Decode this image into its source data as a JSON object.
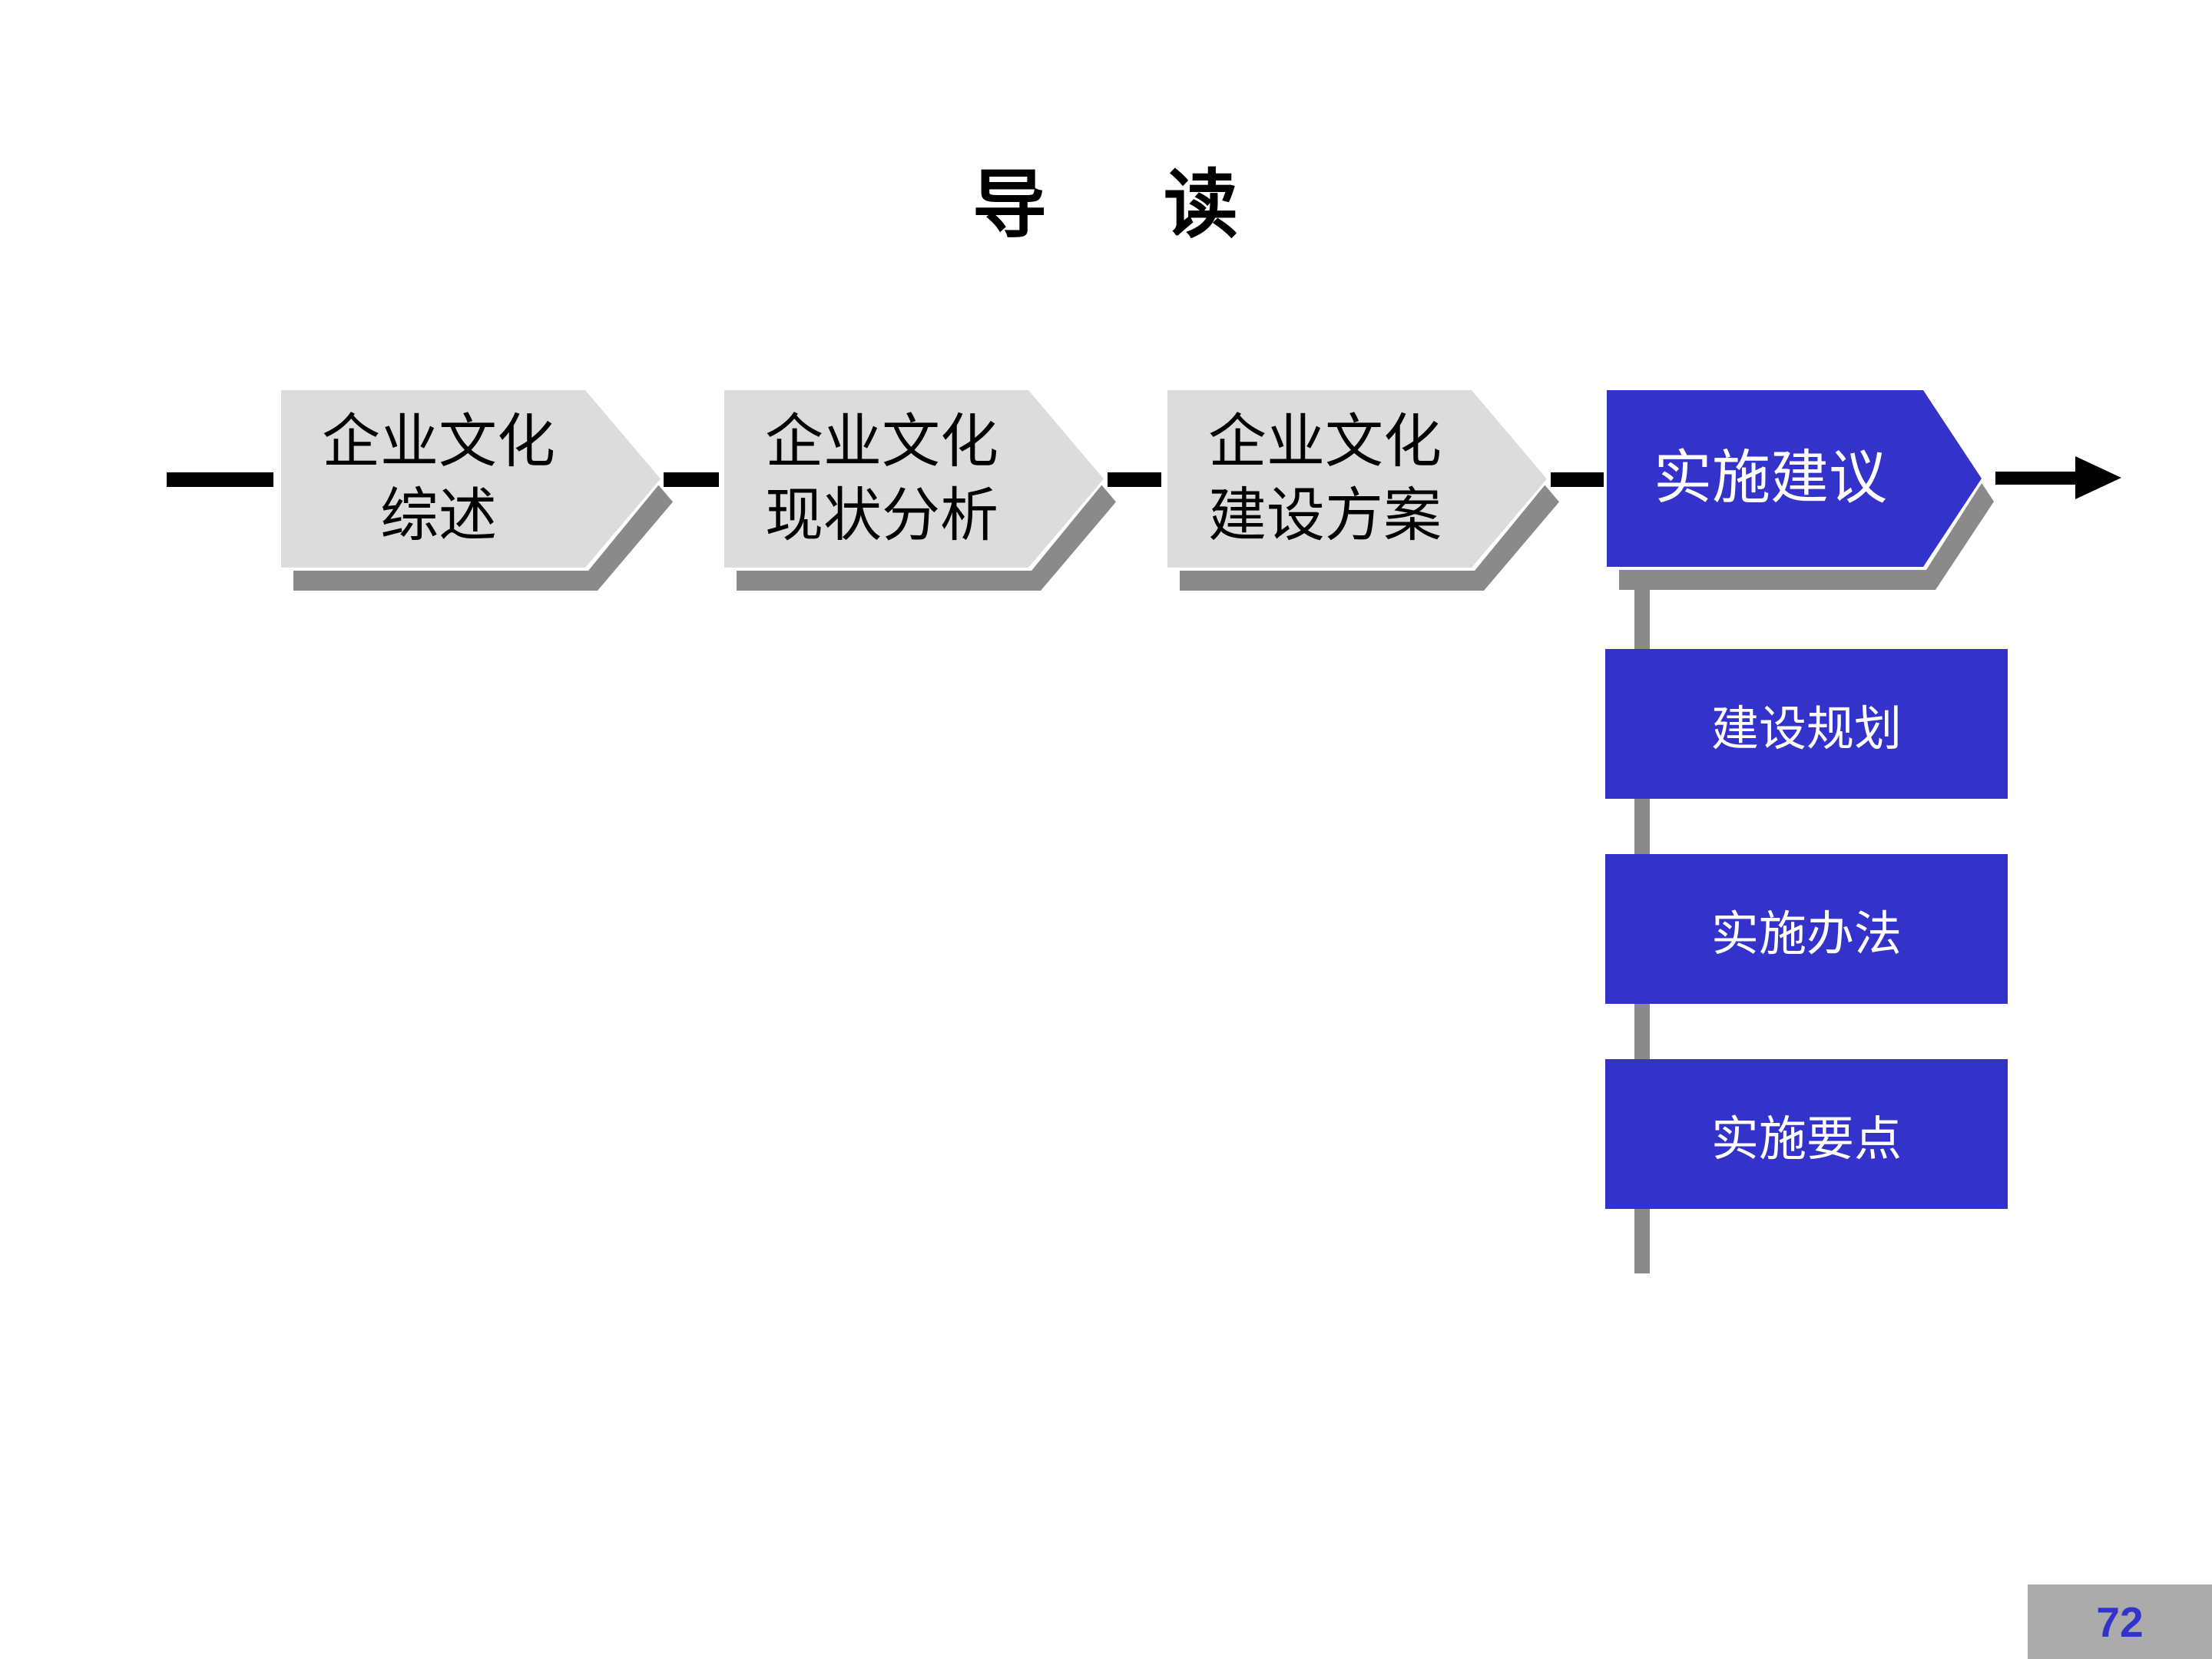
{
  "slide": {
    "title": {
      "part1": "导",
      "part2": "读"
    },
    "page_number": "72"
  },
  "process_steps": [
    {
      "lines": [
        "企业文化",
        "综述"
      ],
      "state": "inactive"
    },
    {
      "lines": [
        "企业文化",
        "现状分析"
      ],
      "state": "inactive"
    },
    {
      "lines": [
        "企业文化",
        "建设方案"
      ],
      "state": "inactive"
    },
    {
      "lines": [
        "实施建议"
      ],
      "state": "active"
    }
  ],
  "sub_items": [
    {
      "label": "建设规划"
    },
    {
      "label": "实施办法"
    },
    {
      "label": "实施要点"
    }
  ],
  "icons": [
    {
      "name": "flow-arrow-right-icon",
      "meaning": "process continues"
    }
  ],
  "colors": {
    "accent_blue": "#3333cc",
    "step_gray_fill": "#dcdcdc",
    "shadow_gray": "#8a8a8a",
    "connector_black": "#000000",
    "footer_gray": "#ababab",
    "text_black": "#000000",
    "text_white": "#ffffff",
    "background": "#ffffff"
  }
}
